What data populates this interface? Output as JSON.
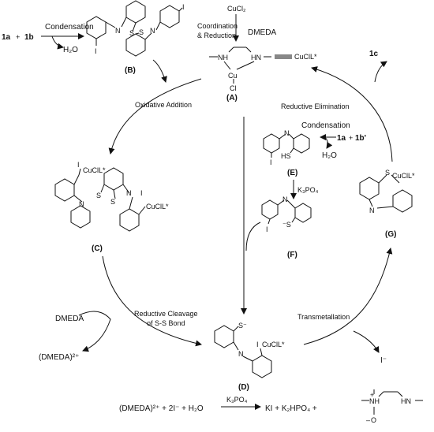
{
  "reactants_top": {
    "r1": "1a",
    "plus": "+",
    "r2": "1b"
  },
  "condensation_top": "Condensation",
  "water": "H₂O",
  "cucl2": "CuCl₂",
  "coord_red": [
    "Coordination",
    "& Reduction"
  ],
  "dmeda": "DMEDA",
  "ligand": {
    "nh1": "NH",
    "hn2": "HN",
    "cu": "Cu",
    "cl": "Cl",
    "cucil": "CuClL*"
  },
  "labels": {
    "A": "(A)",
    "B": "(B)",
    "C": "(C)",
    "D": "(D)",
    "E": "(E)",
    "F": "(F)",
    "G": "(G)"
  },
  "oxidative_addition": "Oxidative Addition",
  "reductive_elimination": "Reductive Elimination",
  "product_1c": "1c",
  "condensation_mid": "Condensation",
  "reactants_mid": {
    "r1": "1a",
    "plus": "+",
    "r2": "1b'"
  },
  "k3po4": "K₃PO₄",
  "reductive_cleavage": [
    "Reductive Cleavage",
    "of S-S Bond"
  ],
  "dmeda_left": "DMEDA",
  "dmeda_2plus": "(DMEDA)²⁺",
  "transmetallation": "Transmetallation",
  "iodide": "I⁻",
  "atoms": {
    "S": "S",
    "N": "N",
    "I": "I",
    "HS": "HS",
    "Sminus": "⁻S",
    "Sminus2": "S⁻"
  },
  "bottom_eq": {
    "left": "(DMEDA)²⁺  +  2I⁻  +  H₂O",
    "reagent": "K₃PO₄",
    "right": "KI + K₂HPO₄ +",
    "nh": "NH",
    "hn": "HN",
    "oxide": "O",
    "minus": "–",
    "plus": "+"
  }
}
